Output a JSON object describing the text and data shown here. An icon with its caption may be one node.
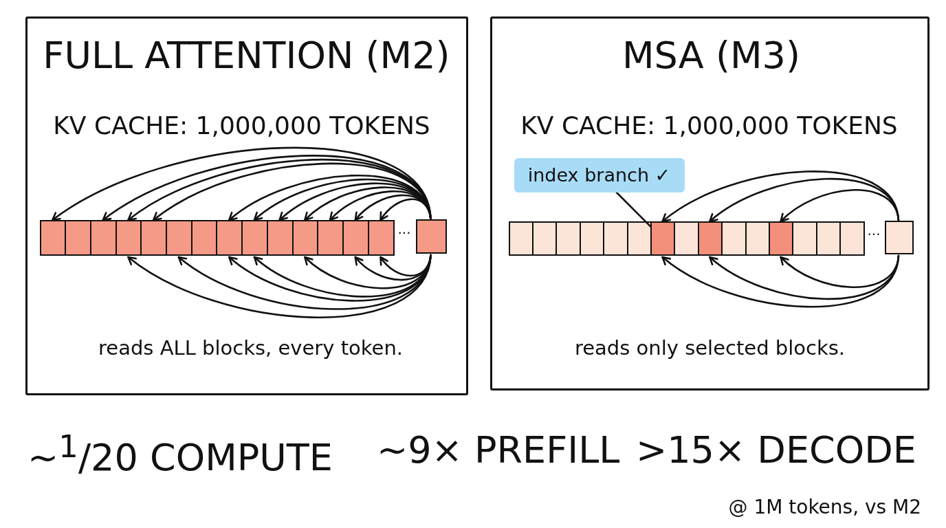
{
  "diagram": {
    "nodes": [
      {
        "text": [
          "FULL ATTENTION (M2)",
          "KV CACHE: 1,000,000 TOKENS",
          "reads ALL blocks, every token."
        ]
      },
      {
        "text": [],
        "shape": "box",
        "in": 0
      },
      {
        "text": [],
        "shape": "box",
        "in": 0
      },
      {
        "text": [],
        "shape": "box",
        "in": 0
      },
      {
        "text": [],
        "shape": "box",
        "in": 0
      },
      {
        "text": [],
        "shape": "box",
        "in": 0
      },
      {
        "text": [],
        "shape": "box",
        "in": 0
      },
      {
        "text": [],
        "shape": "box",
        "in": 0
      },
      {
        "text": [],
        "shape": "box",
        "in": 0
      },
      {
        "text": [],
        "shape": "box",
        "in": 0
      },
      {
        "text": [],
        "shape": "box",
        "in": 0
      },
      {
        "text": [],
        "shape": "box",
        "in": 0
      },
      {
        "text": [],
        "shape": "box",
        "in": 0
      },
      {
        "text": [],
        "shape": "box",
        "in": 0
      },
      {
        "text": [],
        "shape": "box",
        "in": 0
      },
      {
        "text": [],
        "shape": "box",
        "in": 0
      },
      {
        "text": [
          "MSA (M3)",
          "KV CACHE: 1,000,000 TOKENS",
          "reads only selected blocks."
        ]
      },
      {
        "text": [
          "index branch ✓"
        ],
        "in": 16
      },
      {
        "text": [],
        "shape": "box",
        "in": 16
      },
      {
        "text": [],
        "shape": "box",
        "in": 16
      },
      {
        "text": [],
        "shape": "box",
        "in": 16
      },
      {
        "text": [],
        "shape": "box",
        "in": 16
      },
      {
        "text": [],
        "shape": "box",
        "in": 16
      },
      {
        "text": [],
        "shape": "box",
        "in": 16
      },
      {
        "text": [],
        "shape": "box",
        "in": 16
      },
      {
        "text": [],
        "shape": "box",
        "in": 16
      },
      {
        "text": [],
        "shape": "box",
        "in": 16
      },
      {
        "text": [],
        "shape": "box",
        "in": 16
      },
      {
        "text": [],
        "shape": "box",
        "in": 16
      },
      {
        "text": [],
        "shape": "box",
        "in": 16
      },
      {
        "text": [],
        "shape": "box",
        "in": 16
      },
      {
        "text": [],
        "shape": "box",
        "in": 16
      },
      {
        "text": [],
        "shape": "box",
        "in": 16
      },
      {
        "text": [],
        "shape": "box",
        "in": 16
      }
    ],
    "edges": [
      {
        "from": 15,
        "to": 1,
        "arrow": "to"
      },
      {
        "from": 15,
        "to": 3,
        "arrow": "to"
      },
      {
        "from": 15,
        "to": 4,
        "arrow": "to"
      },
      {
        "from": 15,
        "to": 5,
        "arrow": "to"
      },
      {
        "from": 15,
        "to": 8,
        "arrow": "to"
      },
      {
        "from": 15,
        "to": 9,
        "arrow": "to"
      },
      {
        "from": 15,
        "to": 10,
        "arrow": "to"
      },
      {
        "from": 15,
        "to": 11,
        "arrow": "to"
      },
      {
        "from": 15,
        "to": 12,
        "arrow": "to"
      },
      {
        "from": 15,
        "to": 13,
        "arrow": "to"
      },
      {
        "from": 15,
        "to": 14,
        "arrow": "to"
      },
      {
        "from": 15,
        "to": 4,
        "arrow": "to"
      },
      {
        "from": 15,
        "to": 6,
        "arrow": "to"
      },
      {
        "from": 15,
        "to": 8,
        "arrow": "to"
      },
      {
        "from": 15,
        "to": 9,
        "arrow": "to"
      },
      {
        "from": 15,
        "to": 11,
        "arrow": "to"
      },
      {
        "from": 15,
        "to": 13,
        "arrow": "to"
      },
      {
        "from": 15,
        "to": 14,
        "arrow": "to"
      },
      {
        "from": 33,
        "to": 24,
        "arrow": "to"
      },
      {
        "from": 33,
        "to": 26,
        "arrow": "to"
      },
      {
        "from": 33,
        "to": 29,
        "arrow": "to"
      },
      {
        "from": 33,
        "to": 24,
        "arrow": "to"
      },
      {
        "from": 33,
        "to": 26,
        "arrow": "to"
      },
      {
        "from": 33,
        "to": 29,
        "arrow": "to"
      },
      {
        "from": 17,
        "to": 24,
        "arrow": "none"
      }
    ],
    "labels": [
      "...",
      "...",
      "~$^{1}$/20 COMPUTE",
      "~9× PREFILL",
      ">15× DECODE",
      "@ 1M tokens, vs M2"
    ]
  }
}
